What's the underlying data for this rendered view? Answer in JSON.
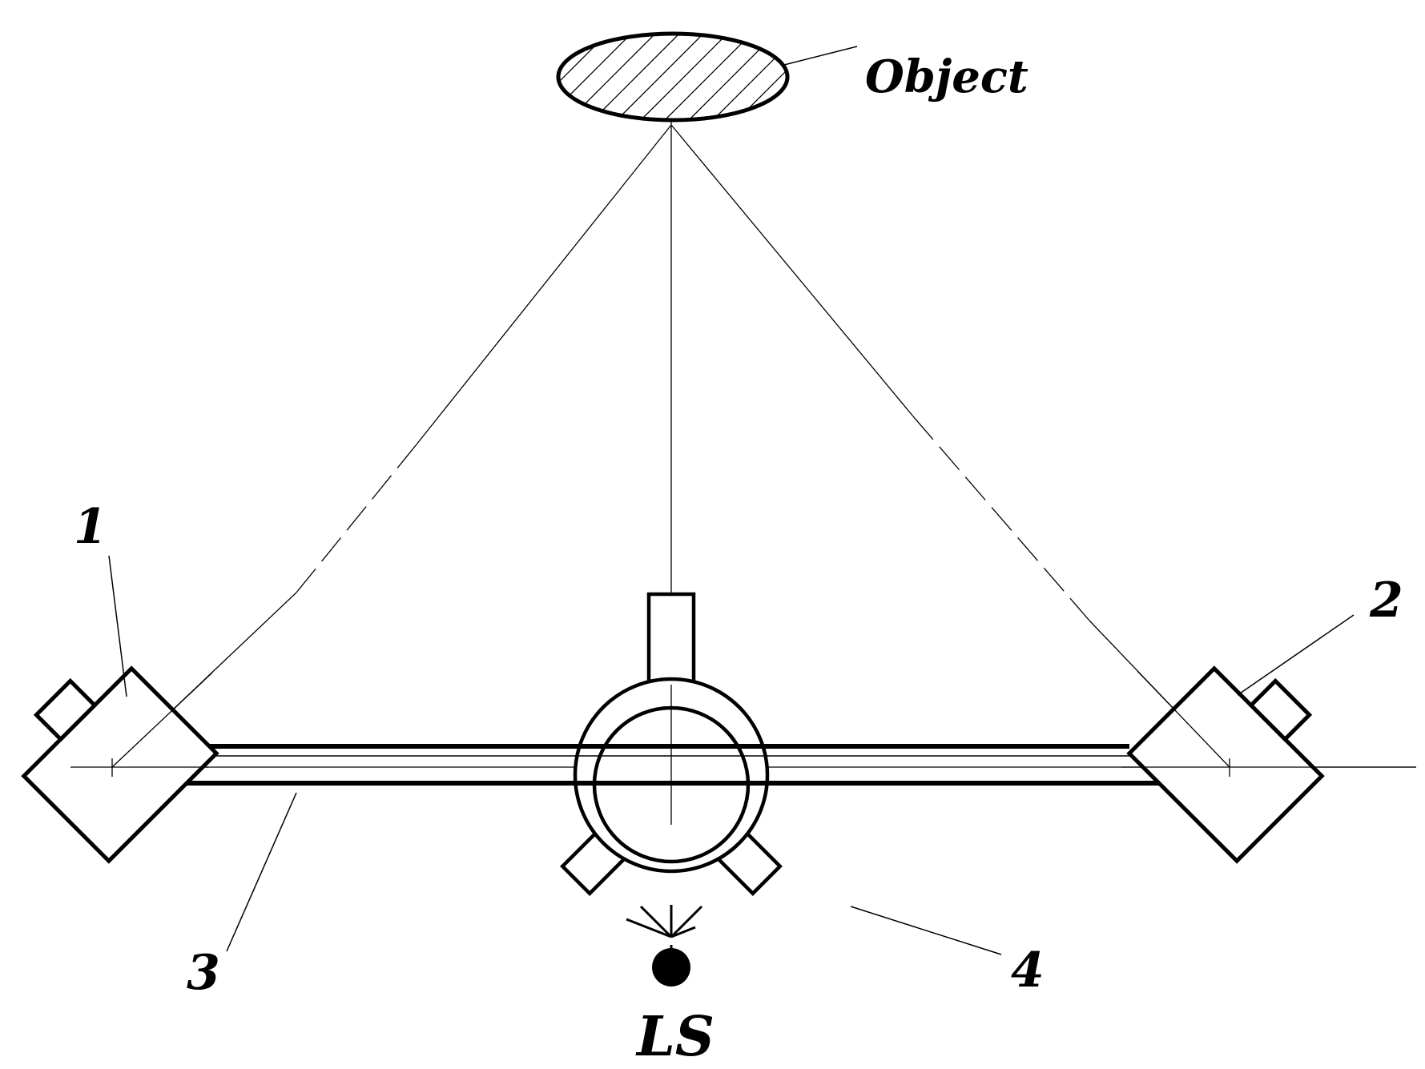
{
  "labels": {
    "object": "Object",
    "camera_1": "1",
    "camera_2": "2",
    "rail": "3",
    "rotary_mount": "4",
    "light_source": "LS"
  },
  "colors": {
    "ink": "#000000",
    "background": "#ffffff"
  }
}
